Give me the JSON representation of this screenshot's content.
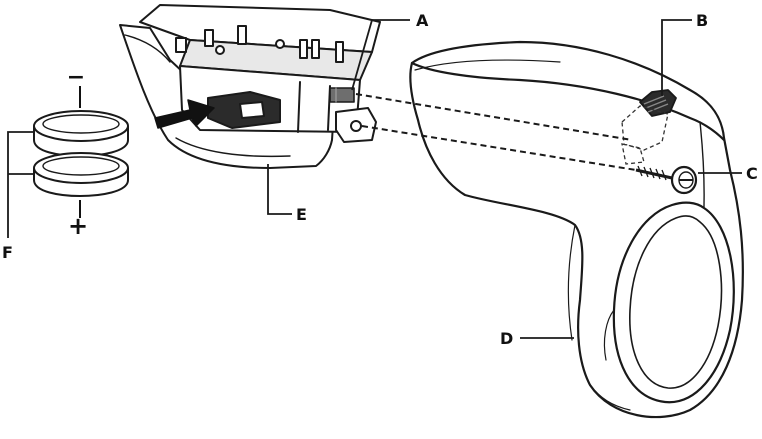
{
  "callouts": {
    "a": "A",
    "b": "B",
    "c": "C",
    "d": "D",
    "e": "E",
    "f": "F"
  },
  "battery_polarity": {
    "negative": "−",
    "positive": "+"
  }
}
